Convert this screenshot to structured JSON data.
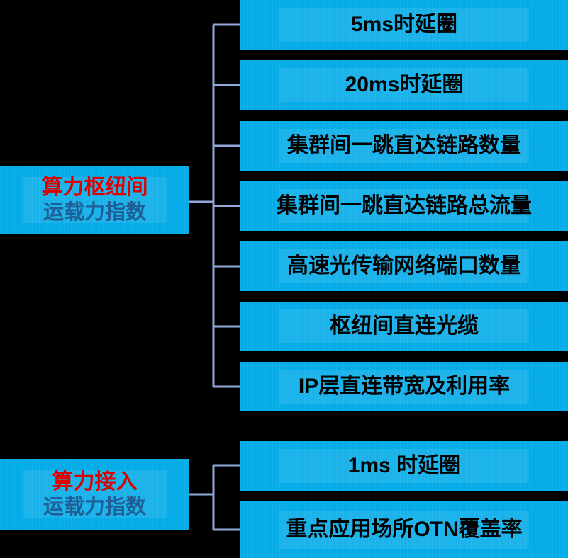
{
  "diagram": {
    "type": "tree-diagram",
    "background_color": "#000000",
    "node_color": "#06ace8",
    "connector_color": "#92a8d8",
    "title_line1_color": "#e00000",
    "title_line2_color": "#1f5f96",
    "leaf_text_color": "#000000"
  },
  "groups": [
    {
      "id": "compute-hub-interconnect",
      "root": {
        "line1": "算力枢纽间",
        "line2": "运载力指数"
      },
      "leaves": [
        {
          "label": "5ms时延圈"
        },
        {
          "label": "20ms时延圈"
        },
        {
          "label": "集群间一跳直达链路数量"
        },
        {
          "label": "集群间一跳直达链路总流量"
        },
        {
          "label": "高速光传输网络端口数量"
        },
        {
          "label": "枢纽间直连光缆"
        },
        {
          "label": "IP层直连带宽及利用率"
        }
      ]
    },
    {
      "id": "compute-access",
      "root": {
        "line1": "算力接入",
        "line2": "运载力指数"
      },
      "leaves": [
        {
          "label": "1ms 时延圈"
        },
        {
          "label": "重点应用场所OTN覆盖率"
        }
      ]
    }
  ]
}
